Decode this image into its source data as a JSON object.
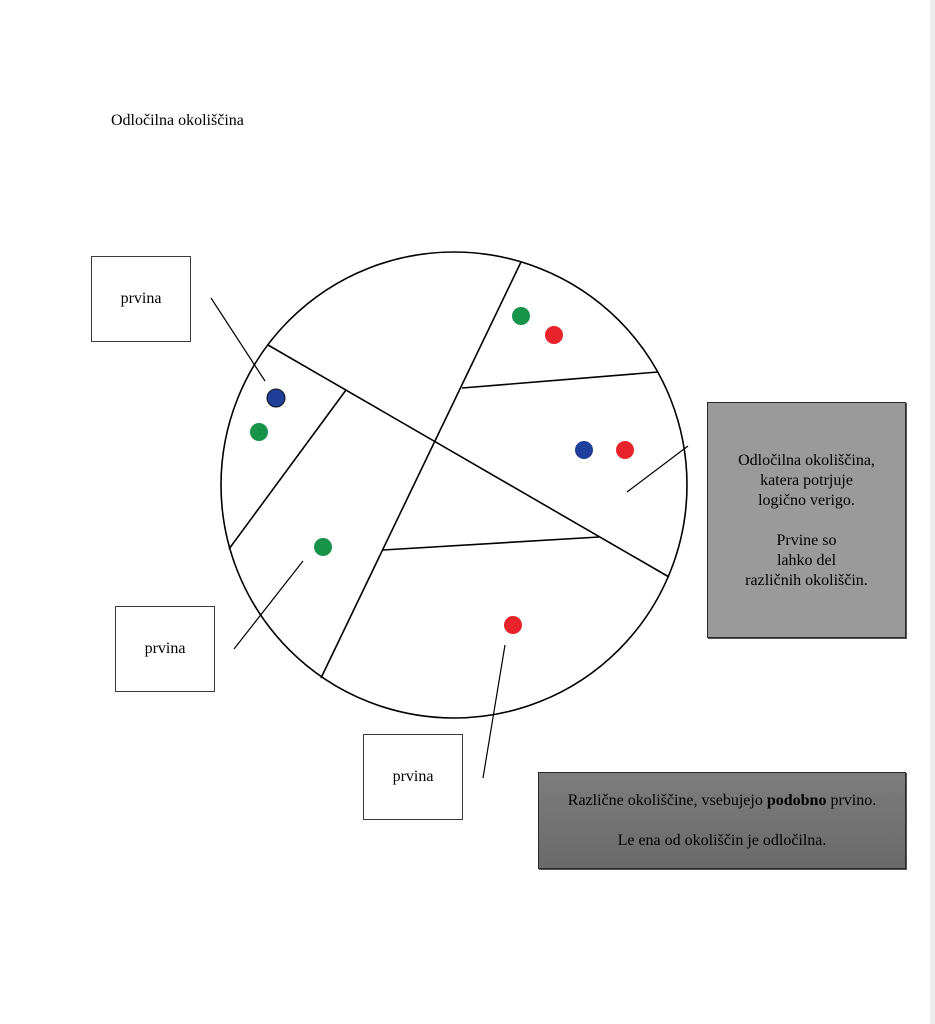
{
  "title": "Odločilna okoliščina",
  "element_boxes": [
    {
      "label": "prvina"
    },
    {
      "label": "prvina"
    },
    {
      "label": "prvina"
    }
  ],
  "callout_main": {
    "lines1": [
      "Odločilna okoliščina,",
      "katera potrjuje",
      "logično verigo."
    ],
    "lines2": [
      "Prvine so",
      "lahko del",
      "različnih okoliščin."
    ]
  },
  "callout_bottom": {
    "line1_before": "Različne okoliščine, vsebujejo ",
    "line1_bold": "podobno",
    "line1_after": " prvino.",
    "line2": "Le ena od okoliščin je odločilna."
  },
  "colors": {
    "dot_blue": "#1f3f9a",
    "dot_green": "#17944a",
    "dot_red": "#e8232b",
    "callout_main_fill": "#9a9a9a",
    "callout_bottom_fill": "#747474"
  }
}
